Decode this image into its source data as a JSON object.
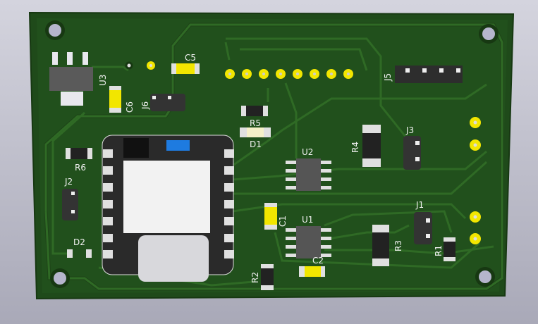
{
  "board": {
    "colors": {
      "substrate": "#1f4a1a",
      "copper": "#2f6a25",
      "pad": "#f2e600",
      "silk": "#f2f2f2",
      "led": "#f5f0c8",
      "module_button": "#1e7be0"
    },
    "references": {
      "U3": "U3",
      "C5": "C5",
      "C6": "C6",
      "J6": "J6",
      "J5": "J5",
      "R5": "R5",
      "D1": "D1",
      "U2": "U2",
      "R4": "R4",
      "J3": "J3",
      "R6": "R6",
      "J2": "J2",
      "D2": "D2",
      "C1": "C1",
      "U1": "U1",
      "J1": "J1",
      "R3": "R3",
      "R1": "R1",
      "C2": "C2",
      "R2": "R2"
    }
  }
}
